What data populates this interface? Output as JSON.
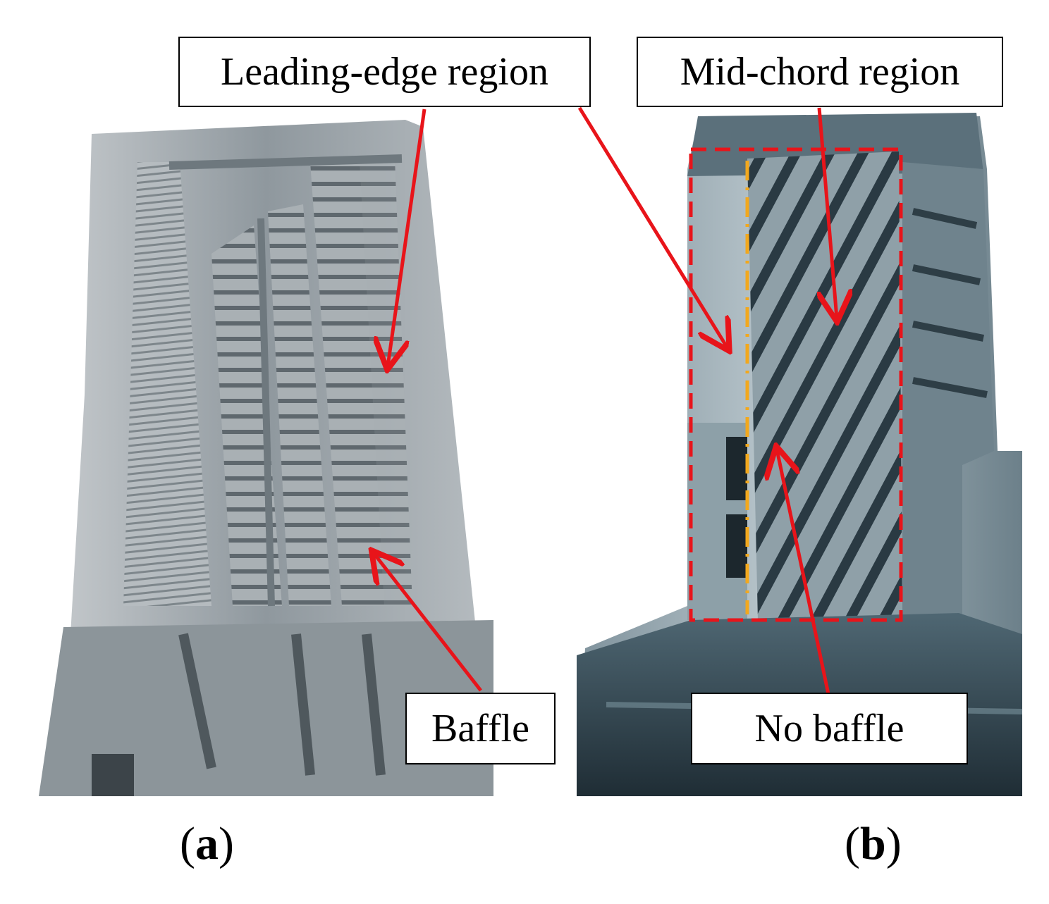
{
  "labels": {
    "leading_edge": "Leading-edge region",
    "mid_chord": "Mid-chord region",
    "baffle": "Baffle",
    "no_baffle": "No baffle"
  },
  "panels": {
    "a": "a",
    "b": "b"
  },
  "colors": {
    "arrow": "#e8141a",
    "dashed_box": "#e8141a",
    "dash_dot_line": "#f2a81d",
    "blade_a": "#9aa3a8",
    "blade_b": "#5f7480"
  }
}
